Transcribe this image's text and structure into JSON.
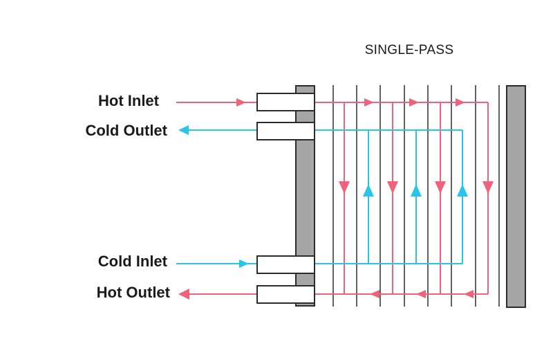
{
  "title": "SINGLE-PASS",
  "labels": {
    "hot_inlet": "Hot Inlet",
    "cold_outlet": "Cold Outlet",
    "cold_inlet": "Cold Inlet",
    "hot_outlet": "Hot Outlet"
  },
  "colors": {
    "hot": "#f0627a",
    "cold": "#29c4ea",
    "frame": "#a6a6a6",
    "outline": "#2b2b2b",
    "plate": "#3a3a3a",
    "text": "#1a1a1a"
  }
}
